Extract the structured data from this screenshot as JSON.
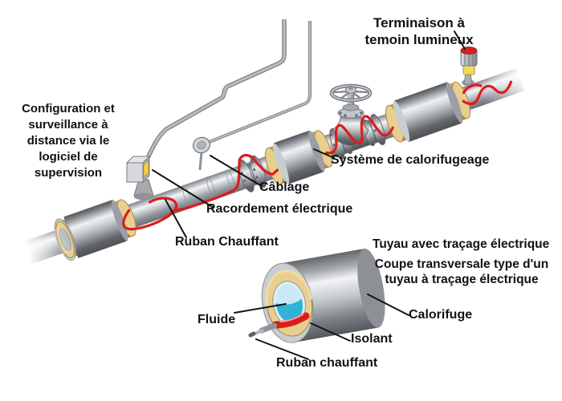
{
  "diagram": {
    "title": "Tuyau avec traçage électrique",
    "labels": {
      "config": "Configuration et\nsurveillance à\ndistance via le\nlogiciel de\nsupervision",
      "terminaison": "Terminaison à\ntemoin lumineux",
      "systeme": "Système de calorifugeage",
      "cablage": "Câblage",
      "racordement": "Racordement électrique",
      "ruban_chauffant_pipe": "Ruban Chauffant",
      "tuyau_titre": "Tuyau avec traçage électrique",
      "coupe": "Coupe transversale type d'un\ntuyau à traçage électrique",
      "calorifuge": "Calorifuge",
      "fluide": "Fluide",
      "isolant": "Isolant",
      "ruban_chauffant_section": "Ruban chauffant"
    },
    "colors": {
      "heating_cable_red": "#dd1c1c",
      "insulation_yellow": "#e9cf8d",
      "fluid_cyan": "#2fb3d6",
      "pipe_gray": "#b7bac0",
      "conduit_gray": "#b9bdc2",
      "label_text": "#111111",
      "background": "#ffffff"
    }
  }
}
